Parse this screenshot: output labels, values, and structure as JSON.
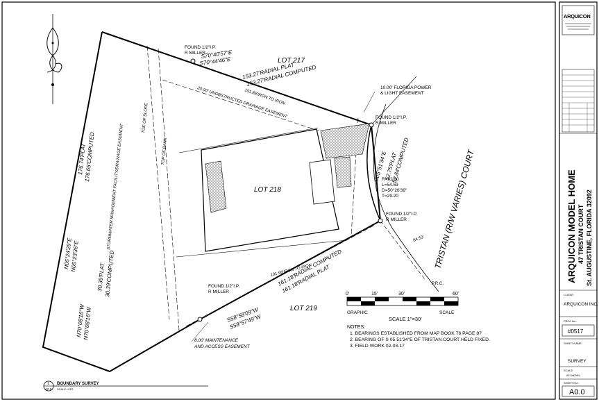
{
  "lots": {
    "north": "LOT 217",
    "subject": "LOT 218",
    "south": "LOT 219"
  },
  "street": "TRISTAN (R/W VARIES) COURT",
  "north_line": {
    "bearing_plat": "S70°40'57\"E",
    "bearing_computed": "S70°44'46\"E",
    "dist_plat": "153.27'RADIAL PLAT",
    "dist_computed": "153.27'RADIAL COMPUTED",
    "iron_to_iron": "101.88'IRON TO IRON"
  },
  "south_line": {
    "bearing_computed": "S58°58'09\"W",
    "bearing_plat": "S58°57'49\"W",
    "dist_computed": "161.18'RADIAL COMPUTED",
    "dist_plat": "161.18'RADIAL PLAT",
    "iron_to_iron": "101.98'IRON TO IRON"
  },
  "west_line": {
    "upper_dist_plat": "176.74'PLAT",
    "upper_dist_computed": "176.65'COMPUTED",
    "upper_bearing_a": "N05°24'29\"E",
    "upper_bearing_b": "N05°23'36\"E",
    "lower_dist_plat": "30.39'PLAT",
    "lower_dist_computed": "30.39'COMPUTED",
    "lower_bearing_a": "N70°08'16\"W",
    "lower_bearing_b": "N70°08'16\"W"
  },
  "east_line": {
    "chord_bearing": "S05°51'34\"E",
    "chord_plat": "52.75'PLAT",
    "chord_computed": "52.84'COMPUTED",
    "curve_r": "R=62.00",
    "curve_l": "L=54.59",
    "curve_d": "D=50°26'39\"",
    "curve_t": "T=29.20"
  },
  "easements": {
    "drainage": "20.00' UNOBSTRUCTED DRAINAGE EASEMENT",
    "fpl_line1": "10.00' FLORIDA POWER",
    "fpl_line2": "& LIGHT EASEMENT",
    "maint_line1": "8.00' MAINTENANCE",
    "maint_line2": "AND ACCESS EASEMENT",
    "stormwater": "STORMWATER MANAGEMENT FACILITY/DRAINAGE EASEMENT",
    "toe_of_slope": "TOE OF SLOPE",
    "top_of_bank": "TOP OF BANK"
  },
  "monuments": {
    "found_ip": "FOUND 1/2\"I.P.",
    "found_ip_nw": "FOUND 1/2\"I.P.",
    "r_miller": "R MILLER"
  },
  "misc": {
    "prc": "P.R.C.",
    "arc_length": "84.53'"
  },
  "scale": {
    "ticks": [
      "0'",
      "15'",
      "30'",
      "60'"
    ],
    "graphic": "GRAPHIC",
    "scale_word": "SCALE",
    "ratio": "SCALE 1\"=30'"
  },
  "notes": {
    "title": "NOTES:",
    "items": [
      "1. BEARINGS ESTABLISHED FROM MAP BOOK 76 PAGE 87",
      "2. BEARING OF S 05 51'34\"E OF TRISTAN COURT HELD FIXED.",
      "3. FIELD WORK 02-03-17"
    ]
  },
  "drawing_tag": {
    "number": "1",
    "sheet": "A0.0",
    "title": "BOUNDARY SURVEY",
    "scale": "SCALE: NTS"
  },
  "title_block": {
    "logo": "ARQUICON",
    "project_title": "ARQUICON MODEL HOME",
    "address_line1": "47 TRISTAN COURT",
    "address_line2": "St. AUGUSTINE, FLORIDA 32092",
    "client_label": "CLIENT:",
    "client_name": "ARQUICON INC.",
    "proj_no_label": "PROJ No.:",
    "proj_no": "#0517",
    "sheet_name_label": "SHEET NAME:",
    "sheet_name": "SURVEY",
    "scale_label": "SCALE:",
    "scale_value": "AS SHOWN",
    "sheet_no_label": "SHEET NO.:",
    "sheet_no": "A0.0"
  }
}
